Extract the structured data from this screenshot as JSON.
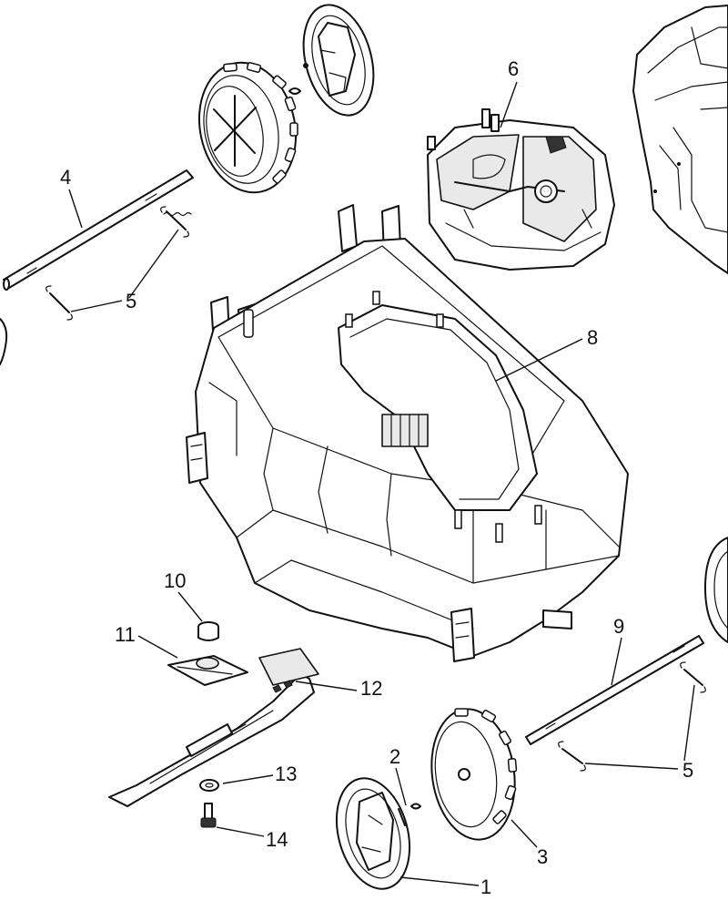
{
  "diagram": {
    "callouts": [
      {
        "id": "1",
        "label": "1"
      },
      {
        "id": "2",
        "label": "2"
      },
      {
        "id": "3",
        "label": "3"
      },
      {
        "id": "4",
        "label": "4"
      },
      {
        "id": "5a",
        "label": "5"
      },
      {
        "id": "5b",
        "label": "5"
      },
      {
        "id": "6",
        "label": "6"
      },
      {
        "id": "8",
        "label": "8"
      },
      {
        "id": "9",
        "label": "9"
      },
      {
        "id": "10",
        "label": "10"
      },
      {
        "id": "11",
        "label": "11"
      },
      {
        "id": "12",
        "label": "12"
      },
      {
        "id": "13",
        "label": "13"
      },
      {
        "id": "14",
        "label": "14"
      }
    ]
  }
}
